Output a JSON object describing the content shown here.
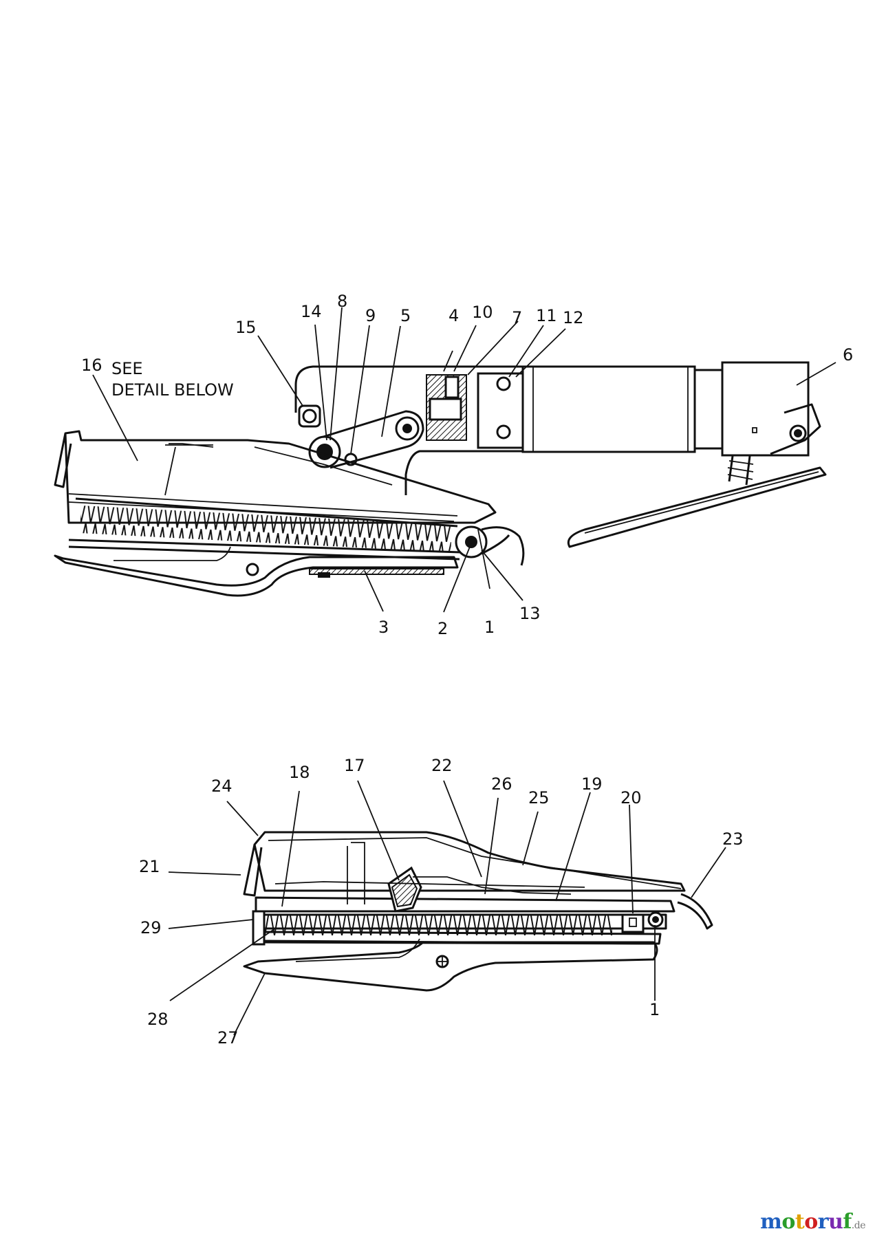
{
  "diagram": {
    "top_view": {
      "callouts": [
        "1",
        "2",
        "3",
        "4",
        "5",
        "6",
        "7",
        "8",
        "9",
        "10",
        "11",
        "12",
        "13",
        "14",
        "15",
        "16"
      ],
      "note_line1": "SEE",
      "note_line2": "DETAIL BELOW"
    },
    "detail_view": {
      "callouts": [
        "1",
        "17",
        "18",
        "19",
        "20",
        "21",
        "22",
        "23",
        "24",
        "25",
        "26",
        "27",
        "28",
        "29"
      ]
    }
  },
  "watermark": {
    "text": "motoruf",
    "domain": ".de",
    "colors": [
      "#1f5fbf",
      "#2a9d2a",
      "#e0a000",
      "#d02020",
      "#1f5fbf",
      "#7a2ab0",
      "#2a9d2a"
    ]
  }
}
